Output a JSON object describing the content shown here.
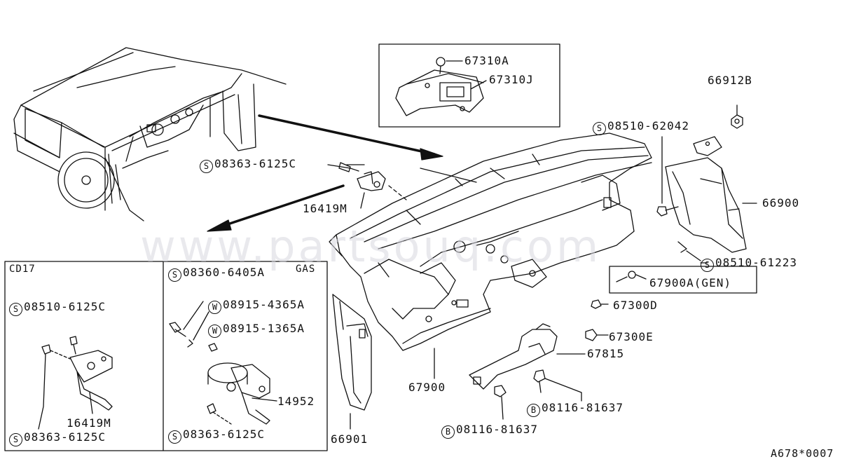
{
  "watermark": "www.partsouq.com",
  "diagram_code": "A678*0007",
  "inset_top": {
    "labels": [
      "67310A",
      "67310J"
    ]
  },
  "inset_cd17": {
    "title": "CD17",
    "labels": [
      {
        "prefix": "S",
        "text": "08510-6125C"
      },
      {
        "prefix": "",
        "text": "16419M"
      },
      {
        "prefix": "S",
        "text": "08363-6125C"
      }
    ]
  },
  "inset_gas": {
    "title": "GAS",
    "labels": [
      {
        "prefix": "S",
        "text": "08360-6405A"
      },
      {
        "prefix": "W",
        "text": "08915-4365A"
      },
      {
        "prefix": "W",
        "text": "08915-1365A"
      },
      {
        "prefix": "",
        "text": "14952"
      },
      {
        "prefix": "S",
        "text": "08363-6125C"
      }
    ]
  },
  "main_labels": {
    "p66912B": "66912B",
    "p08510_62042": {
      "prefix": "S",
      "text": "08510-62042"
    },
    "p08363_6125C": {
      "prefix": "S",
      "text": "08363-6125C"
    },
    "p16419M": "16419M",
    "p66900": "66900",
    "p08510_61223": {
      "prefix": "S",
      "text": "08510-61223"
    },
    "p67900A": "67900A(GEN)",
    "p67300D": "67300D",
    "p67300E": "67300E",
    "p67815": "67815",
    "p67900": "67900",
    "p08116_81637a": {
      "prefix": "B",
      "text": "08116-81637"
    },
    "p08116_81637b": {
      "prefix": "B",
      "text": "08116-81637"
    },
    "p66901": "66901"
  }
}
